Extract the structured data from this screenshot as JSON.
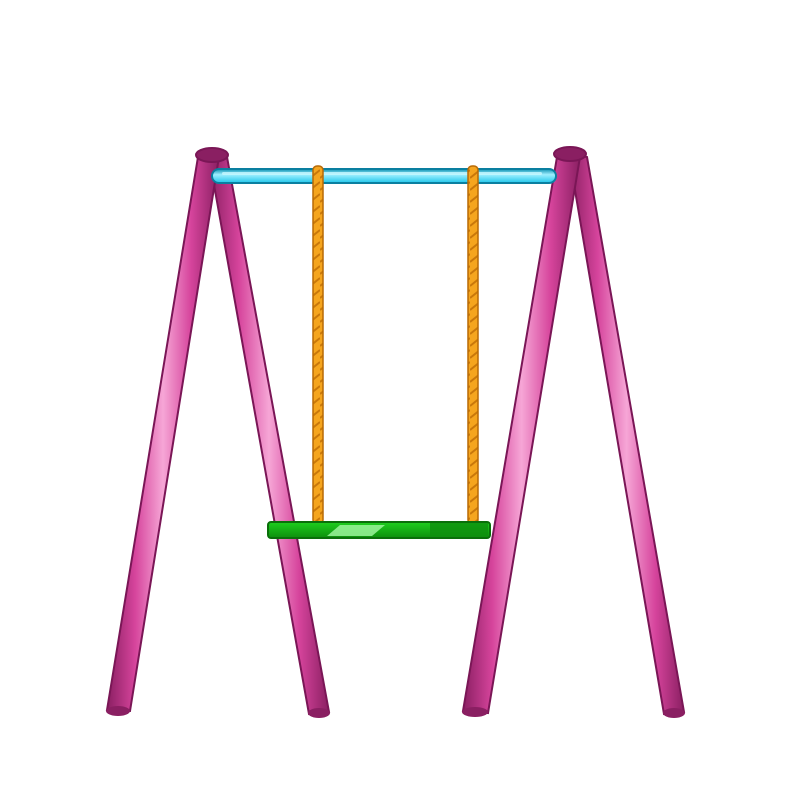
{
  "colors": {
    "background": "#ffffff",
    "post_fill": "#d6449c",
    "post_highlight": "#f08fc8",
    "post_shadow": "#8a1f62",
    "top_bar": "#1ec6ea",
    "top_bar_highlight": "#9fefff",
    "rope": "#f5a51e",
    "rope_dark": "#c9780a",
    "seat": "#1ecf1e",
    "seat_dark": "#0e8f0e",
    "seat_highlight": "#9cf59c"
  },
  "scene": {
    "subject": "swing-set",
    "frame_posts": 4,
    "ropes": 2
  }
}
